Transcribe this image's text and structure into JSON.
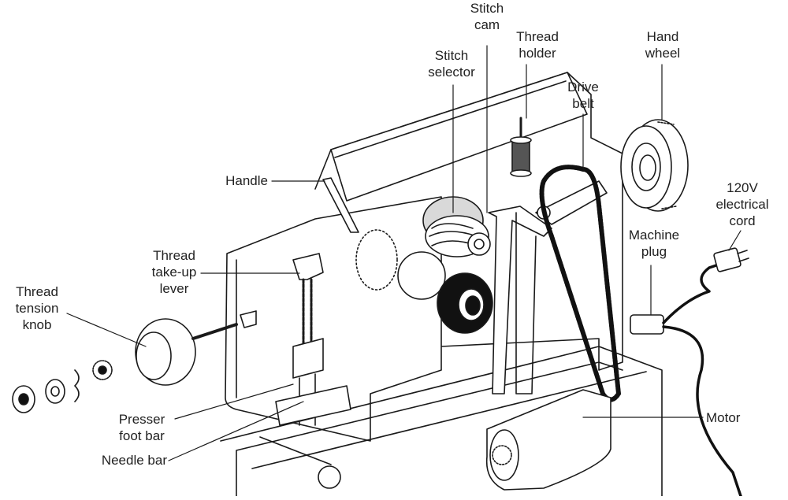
{
  "labels": {
    "stitch_cam": [
      "Stitch",
      "cam"
    ],
    "stitch_selector": [
      "Stitch",
      "selector"
    ],
    "thread_holder": [
      "Thread",
      "holder"
    ],
    "drive_belt": [
      "Drive",
      "belt"
    ],
    "hand_wheel": [
      "Hand",
      "wheel"
    ],
    "handle": [
      "Handle"
    ],
    "cord": [
      "120V",
      "electrical",
      "cord"
    ],
    "machine_plug": [
      "Machine",
      "plug"
    ],
    "take_up_lever": [
      "Thread",
      "take-up",
      "lever"
    ],
    "tension_knob": [
      "Thread",
      "tension",
      "knob"
    ],
    "presser_foot_bar": [
      "Presser",
      "foot bar"
    ],
    "needle_bar": [
      "Needle bar"
    ],
    "motor": [
      "Motor"
    ]
  },
  "colors": {
    "line": "#1a1a1a",
    "shade": "#d9d9d9",
    "dark": "#111111"
  }
}
